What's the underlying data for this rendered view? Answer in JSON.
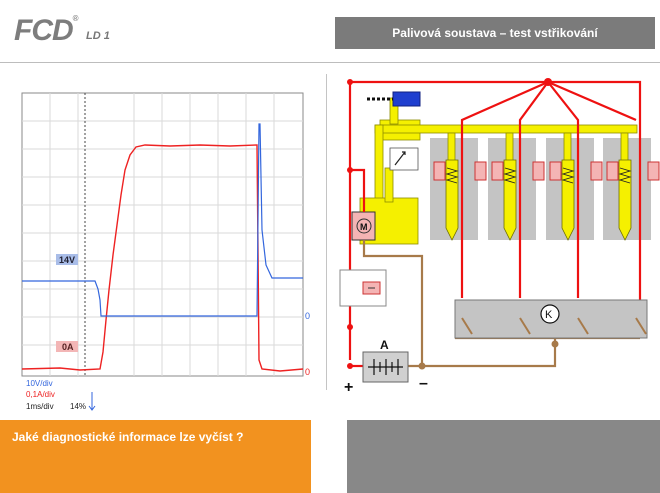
{
  "header": {
    "logo": "FCD",
    "logo_reg": "®",
    "logo_sub": "LD 1",
    "title": "Palivová soustava – test vstřikování"
  },
  "oscilloscope": {
    "voltage_marker": "14V",
    "current_marker": "0A",
    "ref_level_1": "0",
    "ref_level_2": "0",
    "scale_voltage": "10V/div",
    "scale_current": "0,1A/div",
    "time_base": "1ms/div",
    "trigger_percent": "14%",
    "colors": {
      "voltage": "#3366dd",
      "current": "#ee2222",
      "marker_blue": "#a9bde8",
      "marker_red": "#f3b6b6"
    }
  },
  "circuit": {
    "motor_label": "M",
    "ammeter_label": "A",
    "ecu_label": "K",
    "plus_label": "+",
    "minus_label": "–",
    "colors": {
      "wire_red": "#ee1111",
      "fuel_yellow": "#f5f000",
      "wire_brown": "#a77a4a",
      "block_gray": "#c4c4c4"
    }
  },
  "footer": {
    "question": "Jaké diagnostické informace lze vyčíst ?"
  }
}
